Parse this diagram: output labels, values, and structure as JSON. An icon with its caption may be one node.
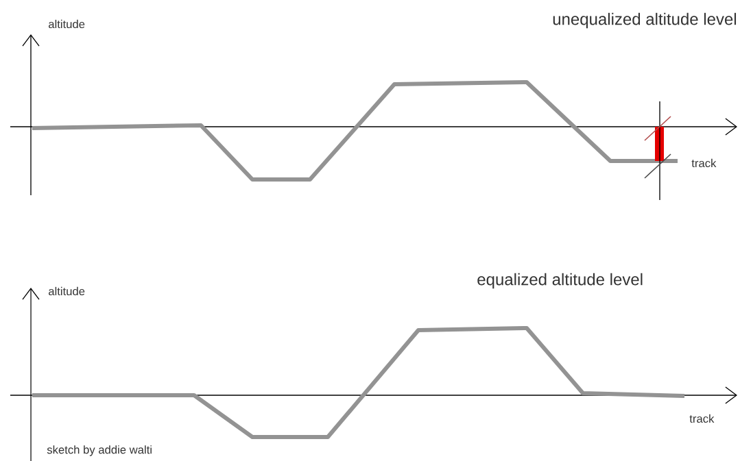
{
  "diagram": {
    "labels": [
      "altitude",
      "unequalized altitude level",
      "track",
      "altitude",
      "equalized altitude level",
      "track",
      "sketch by addie walti"
    ]
  }
}
